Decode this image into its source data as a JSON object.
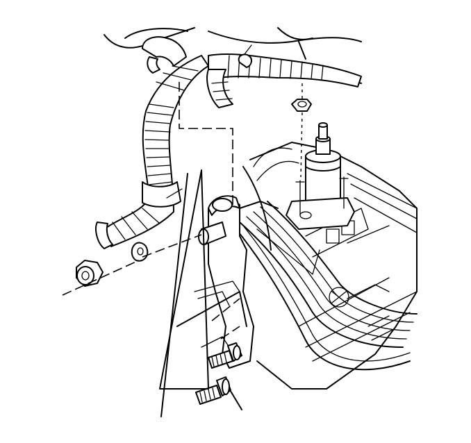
{
  "diagram": {
    "components": [
      "wiring-harness-conduit-left",
      "wiring-harness-conduit-right",
      "harness-clip",
      "harness-mounting-bracket",
      "relay-module",
      "mounting-stud-nut",
      "washer",
      "flange-nut",
      "bracket-bolt-upper",
      "bracket-bolt-lower",
      "engine-block",
      "intake-hoses"
    ],
    "colors": {
      "line": "#000000",
      "background": "#ffffff"
    }
  }
}
